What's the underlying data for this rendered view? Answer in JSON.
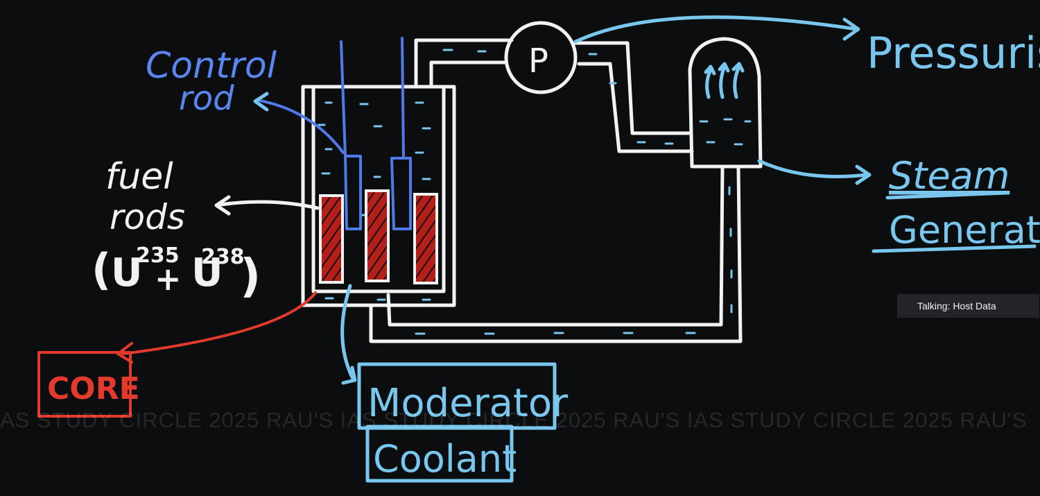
{
  "labels": {
    "control_rod_line1": "Control",
    "control_rod_line2": "rod",
    "fuel_rods_line1": "fuel",
    "fuel_rods_line2": "rods",
    "fuel_composition": "(U235 + U238)",
    "core": "CORE",
    "pump": "P",
    "pressuriser": "Pressurise",
    "steam_generator_line1": "Steam",
    "steam_generator_line2": "Generato",
    "moderator": "Moderator",
    "coolant": "Coolant"
  },
  "isotopes": {
    "u235_mass": "235",
    "u238_mass": "238",
    "element": "U",
    "plus": "+"
  },
  "watermark": "AS STUDY CIRCLE 2025  RAU'S IAS STUDY CIRCLE 2025  RAU'S IAS STUDY CIRCLE 2025  RAU'S",
  "talking_indicator": "Talking: Host Data",
  "colors": {
    "board": "#0c0d0f",
    "chalk_white": "#f2f2f2",
    "chalk_light_blue": "#79c6ee",
    "chalk_dark_blue": "#5a86f0",
    "chalk_red": "#e23a2c"
  }
}
